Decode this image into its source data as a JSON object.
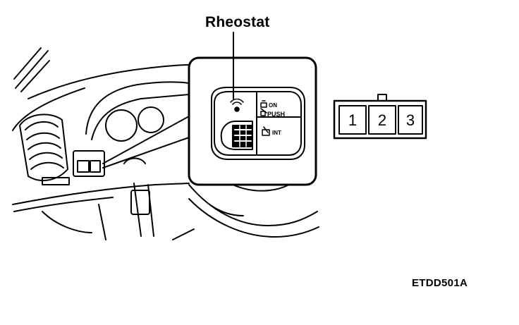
{
  "callout_label": "Rheostat",
  "figure_code": "ETDD501A",
  "switch_labels": {
    "on": "ON",
    "push": "PUSH",
    "int": "INT"
  },
  "connector_pins": [
    "1",
    "2",
    "3"
  ],
  "icons": {
    "illumination": "illumination-icon",
    "washer_on": "washer-icon",
    "washer_push": "washer-push-icon",
    "wiper_int": "wiper-icon"
  }
}
